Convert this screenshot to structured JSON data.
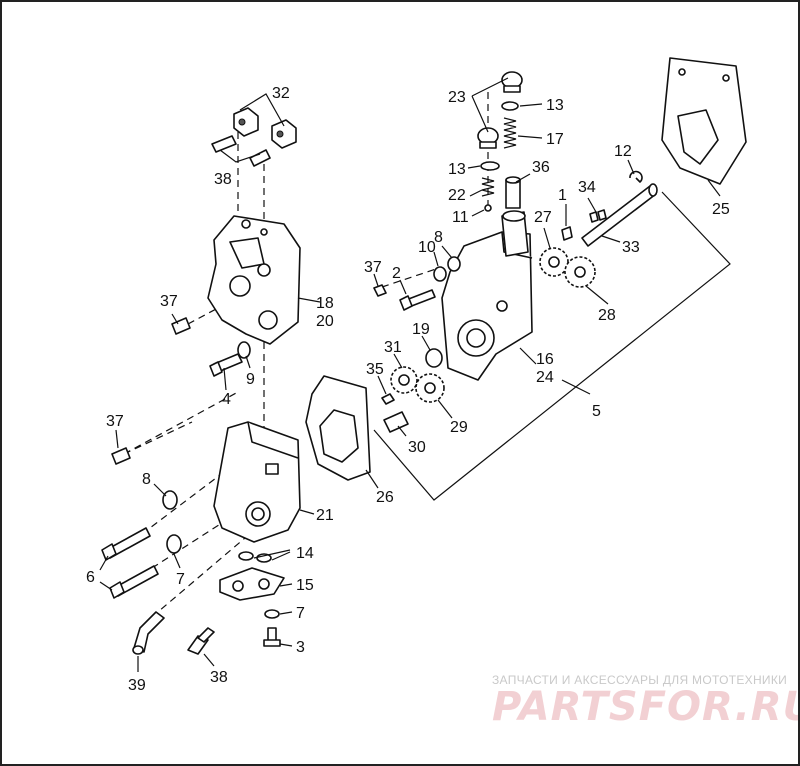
{
  "labels": {
    "n1": "1",
    "n2": "2",
    "n3": "3",
    "n4": "4",
    "n5": "5",
    "n6": "6",
    "n7a": "7",
    "n7b": "7",
    "n8a": "8",
    "n8b": "8",
    "n9": "9",
    "n10": "10",
    "n11": "11",
    "n12": "12",
    "n13a": "13",
    "n13b": "13",
    "n14": "14",
    "n15": "15",
    "n16": "16",
    "n17": "17",
    "n18": "18",
    "n19": "19",
    "n20": "20",
    "n21": "21",
    "n22": "22",
    "n23": "23",
    "n24": "24",
    "n25": "25",
    "n26": "26",
    "n27": "27",
    "n28": "28",
    "n29": "29",
    "n30": "30",
    "n31": "31",
    "n32": "32",
    "n33": "33",
    "n34": "34",
    "n35": "35",
    "n36": "36",
    "n37a": "37",
    "n37b": "37",
    "n38a": "38",
    "n38b": "38",
    "n39": "39"
  },
  "watermark": {
    "tagline": "ЗАПЧАСТИ И АКСЕССУАРЫ ДЛЯ МОТОТЕХНИКИ",
    "brand": "PARTSFOR.RU"
  },
  "colors": {
    "line": "#111111",
    "fill": "#ffffff",
    "watermark": "#f2d0d3"
  }
}
